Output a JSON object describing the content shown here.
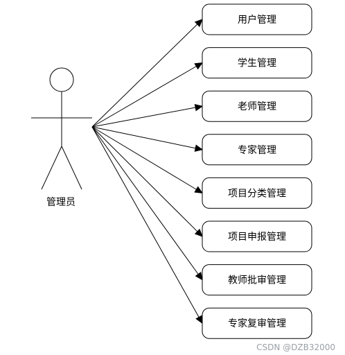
{
  "actor": {
    "label": "管理员"
  },
  "use_cases": [
    {
      "label": "用户管理"
    },
    {
      "label": "学生管理"
    },
    {
      "label": "老师管理"
    },
    {
      "label": "专家管理"
    },
    {
      "label": "项目分类管理"
    },
    {
      "label": "项目申报管理"
    },
    {
      "label": "教师批审管理"
    },
    {
      "label": "专家复审管理"
    }
  ],
  "watermark": {
    "text": "CSDN @DZB32000"
  }
}
